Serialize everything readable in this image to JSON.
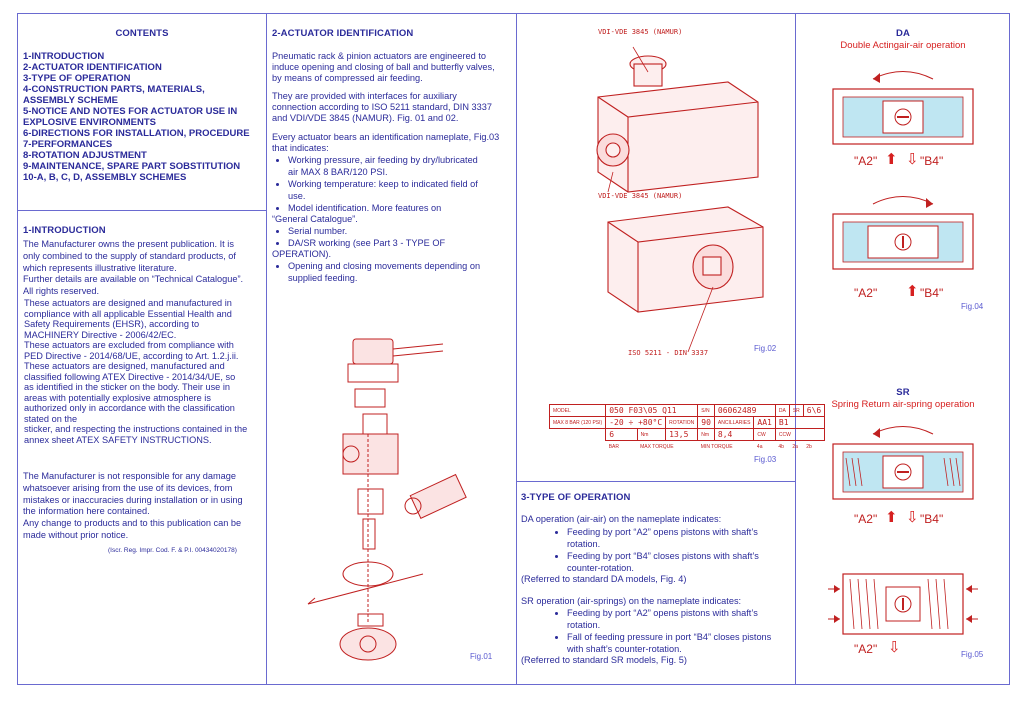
{
  "contents": {
    "title": "CONTENTS",
    "items": [
      "1-INTRODUCTION",
      "2-ACTUATOR IDENTIFICATION",
      "3-TYPE OF OPERATION",
      "4-CONSTRUCTION PARTS, MATERIALS,",
      "ASSEMBLY SCHEME",
      "5-NOTICE AND NOTES FOR ACTUATOR USE IN",
      "EXPLOSIVE ENVIRONMENTS",
      "6-DIRECTIONS FOR INSTALLATION, PROCEDURE",
      "7-PERFORMANCES",
      "8-ROTATION ADJUSTMENT",
      "9-MAINTENANCE, SPARE PART SOBSTITUTION",
      "10-A, B, C, D, ASSEMBLY SCHEMES"
    ]
  },
  "intro": {
    "title": "1-INTRODUCTION",
    "p1": "The Manufacturer owns the present publication. It is",
    "p2": "only combined to the supply of standard products, of",
    "p3": "which represents illustrative literature.",
    "p4": "Further details are available on “Technical Catalogue”.",
    "p5": "All rights reserved.",
    "d1": "These actuators are designed and manufactured in",
    "d2": "compliance with all applicable Essential Health and",
    "d3": "Safety Requirements (EHSR), according to",
    "d4": "MACHINERY Directive - 2006/42/EC.",
    "d5": "These actuators are excluded from compliance with",
    "d6": "PED Directive - 2014/68/UE, according to Art. 1.2.j.ii.",
    "d7": "These actuators are designed, manufactured and",
    "d8": "classified following ATEX Directive - 2014/34/UE, so",
    "d9": "as identified in the sticker on the body. Their use in",
    "d10": "areas with potentially explosive atmosphere is",
    "d11": "authorized only in accordance with the classification",
    "d12": "stated on the",
    "d13": "sticker, and respecting the instructions contained in the",
    "d14": "annex sheet ATEX SAFETY INSTRUCTIONS.",
    "r1": "The Manufacturer is not responsible for any damage",
    "r2": "whatsoever arising from the use of its devices, from",
    "r3": "mistakes or inaccuracies during installation or in using",
    "r4": "the information here contained.",
    "r5": "Any change to products and to this publication can be",
    "r6": "made without prior notice.",
    "reg": "(Iscr. Reg. Impr. Cod. F. & P.I. 00434020178)"
  },
  "actuator_id": {
    "title": "2-ACTUATOR IDENTIFICATION",
    "p1a": "Pneumatic rack & pinion actuators are engineered to",
    "p1b": "induce opening and closing of ball and butterfly valves,",
    "p1c": "by means of compressed air feeding.",
    "p2a": "They are provided with interfaces for auxiliary",
    "p2b": "connection according to ISO 5211 standard, DIN 3337",
    "p2c": "and VDI/VDE 3845 (NAMUR). Fig. 01 and 02.",
    "p3a": "Every actuator bears an identification nameplate, Fig.03",
    "p3b": "that indicates:",
    "b1a": "Working pressure, air feeding by dry/lubricated",
    "b1b": "air MAX 8 BAR/120 PSI.",
    "b2a": "Working temperature: keep to indicated field of",
    "b2b": "use.",
    "b3": "Model identification. More features on",
    "b3cont": "“General Catalogue”.",
    "b4": "Serial number.",
    "b5": "DA/SR working (see Part 3 - TYPE OF",
    "b5cont": "OPERATION).",
    "b6a": "Opening and closing movements depending on",
    "b6b": "supplied feeding."
  },
  "figures": {
    "fig01": "Fig.01",
    "fig02": "Fig.02",
    "fig03": "Fig.03",
    "fig04": "Fig.04",
    "fig05": "Fig.05",
    "namur_top": "VDI-VDE 3845 (NAMUR)",
    "namur_mid": "VDI-VDE 3845 (NAMUR)",
    "iso": "ISO 5211 - DIN 3337"
  },
  "nameplate": {
    "model_l": "MODEL",
    "model_v": "050 F03\\05 Q11",
    "sn_l": "S/N",
    "sn_v": "06062489",
    "da_l": "DA",
    "sr_l": "SR",
    "sr_v": "6\\6",
    "bar_l": "MAX 8 BAR (120 PSI)",
    "temp_v": "-20 ÷ +80°C",
    "rot_l": "ROTATION",
    "rot_v": "90",
    "anc_l": "ANCILLARIES",
    "anc_v": "AA1",
    "b1": "B1",
    "p6": "6",
    "nm1": "Nm",
    "v135": "13,5",
    "nm2": "Nm",
    "v84": "8,4",
    "bar": "BAR",
    "maxt": "MAX TORQUE",
    "mint": "MIN TORQUE",
    "cw": "CW",
    "s4a": "4a",
    "s4b": "4b",
    "s2a": "2a",
    "s2b": "2b",
    "ccw": "CCW"
  },
  "operation": {
    "title": "3-TYPE OF OPERATION",
    "da": "DA operation (air-air) on the nameplate indicates:",
    "da_b1a": "Feeding by port “A2” opens pistons with shaft’s",
    "da_b1b": "rotation.",
    "da_b2a": "Feeding by port “B4” closes pistons with shaft’s",
    "da_b2b": "counter-rotation.",
    "da_ref": "(Referred to standard DA models, Fig. 4)",
    "sr": "SR operation (air-springs) on the nameplate indicates:",
    "sr_b1a": "Feeding by port “A2” opens pistons with shaft’s",
    "sr_b1b": "rotation.",
    "sr_b2a": "Fall of feeding pressure in port “B4” closes pistons",
    "sr_b2b": "with shaft’s counter-rotation.",
    "sr_ref": "(Referred to standard SR models, Fig. 5)"
  },
  "da_panel": {
    "title": "DA",
    "subtitle": "Double Actingair-air operation",
    "a2_top": "\"A2\"",
    "b4_top": "\"B4\"",
    "a2_bot": "\"A2\"",
    "b4_bot": "\"B4\""
  },
  "sr_panel": {
    "title": "SR",
    "subtitle": "Spring Return air-spring operation",
    "a2_top": "\"A2\"",
    "b4_top": "\"B4\"",
    "a2_bot": "\"A2\""
  },
  "colors": {
    "text": "#2b2b9a",
    "border": "#6a6ad0",
    "red": "#d62020",
    "cyan": "#bfe6f2"
  }
}
